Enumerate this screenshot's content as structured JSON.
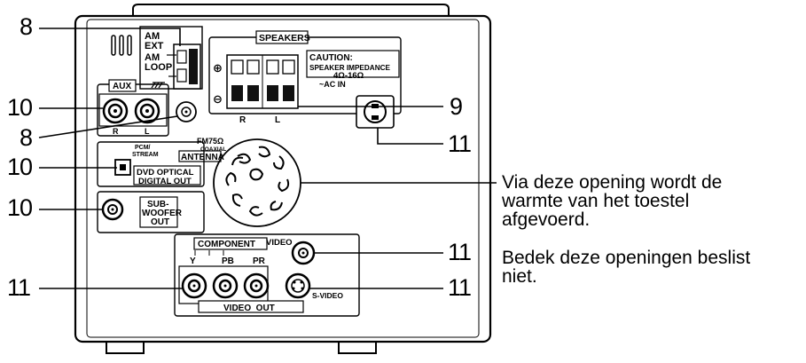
{
  "callouts": {
    "c8_top": "8",
    "c10_aux": "10",
    "c8_mid": "8",
    "c10_optical": "10",
    "c10_sub": "10",
    "c11_bottom_left": "11",
    "c9": "9",
    "c11_acin": "11",
    "c11_video": "11",
    "c11_svideo": "11"
  },
  "panel_labels": {
    "am": "AM",
    "ext": "EXT",
    "am2": "AM",
    "loop": "LOOP",
    "speakers": "SPEAKERS",
    "caution": "CAUTION:",
    "speaker_impedance": "SPEAKER IMPEDANCE",
    "impedance_value": "4Ω-16Ω",
    "plus": "⊕",
    "minus": "⊖",
    "spk_r": "R",
    "spk_l": "L",
    "ac_in": "~AC IN",
    "aux": "AUX",
    "aux_r": "R",
    "aux_l": "L",
    "fm": "FM75Ω",
    "coaxial": "COAXIAL",
    "antenna": "ANTENNA",
    "pcm": "PCM/",
    "stream": "STREAM",
    "dvd_optical": "DVD OPTICAL",
    "digital_out": "DIGITAL OUT",
    "sub": "SUB-",
    "woofer": "WOOFER",
    "out": "OUT",
    "component": "COMPONENT",
    "video": "VIDEO",
    "y": "Y",
    "pb": "PB",
    "pr": "PR",
    "s_video": "S-VIDEO",
    "video_out": "VIDEO  OUT"
  },
  "notes": {
    "vent_line1": "Via deze opening wordt de",
    "vent_line2": "warmte van het toestel",
    "vent_line3": "afgevoerd.",
    "cover_line1": "Bedek deze openingen beslist",
    "cover_line2": "niet."
  }
}
